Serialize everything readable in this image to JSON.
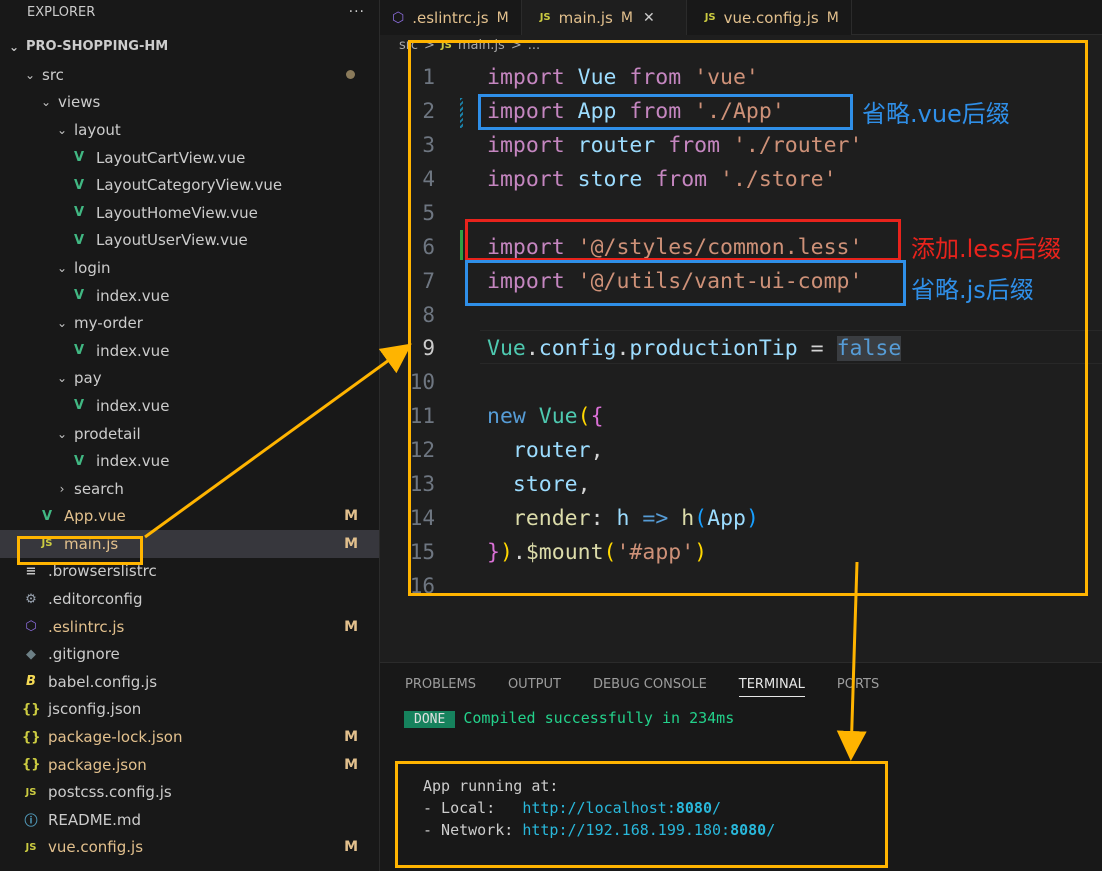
{
  "explorer": {
    "title": "EXPLORER",
    "more": "···",
    "project": "PRO-SHOPPING-HM",
    "items": [
      {
        "label": "src",
        "kind": "folder-open",
        "indent": 1
      },
      {
        "label": "views",
        "kind": "folder-open",
        "indent": 2
      },
      {
        "label": "layout",
        "kind": "folder-open",
        "indent": 3
      },
      {
        "label": "LayoutCartView.vue",
        "kind": "vue",
        "indent": 4
      },
      {
        "label": "LayoutCategoryView.vue",
        "kind": "vue",
        "indent": 4
      },
      {
        "label": "LayoutHomeView.vue",
        "kind": "vue",
        "indent": 4
      },
      {
        "label": "LayoutUserView.vue",
        "kind": "vue",
        "indent": 4
      },
      {
        "label": "login",
        "kind": "folder-open",
        "indent": 3
      },
      {
        "label": "index.vue",
        "kind": "vue",
        "indent": 4
      },
      {
        "label": "my-order",
        "kind": "folder-open",
        "indent": 3
      },
      {
        "label": "index.vue",
        "kind": "vue",
        "indent": 4
      },
      {
        "label": "pay",
        "kind": "folder-open",
        "indent": 3
      },
      {
        "label": "index.vue",
        "kind": "vue",
        "indent": 4
      },
      {
        "label": "prodetail",
        "kind": "folder-open",
        "indent": 3
      },
      {
        "label": "index.vue",
        "kind": "vue",
        "indent": 4
      },
      {
        "label": "search",
        "kind": "folder-closed",
        "indent": 3
      },
      {
        "label": "App.vue",
        "kind": "vue",
        "indent": 2,
        "status": "M"
      },
      {
        "label": "main.js",
        "kind": "js",
        "indent": 2,
        "status": "M",
        "active": true
      },
      {
        "label": ".browserslistrc",
        "kind": "lines",
        "indent": 1
      },
      {
        "label": ".editorconfig",
        "kind": "gear",
        "indent": 1
      },
      {
        "label": ".eslintrc.js",
        "kind": "eslint",
        "indent": 1,
        "status": "M"
      },
      {
        "label": ".gitignore",
        "kind": "git",
        "indent": 1
      },
      {
        "label": "babel.config.js",
        "kind": "babel",
        "indent": 1
      },
      {
        "label": "jsconfig.json",
        "kind": "json",
        "indent": 1
      },
      {
        "label": "package-lock.json",
        "kind": "json",
        "indent": 1,
        "status": "M"
      },
      {
        "label": "package.json",
        "kind": "json",
        "indent": 1,
        "status": "M"
      },
      {
        "label": "postcss.config.js",
        "kind": "js",
        "indent": 1
      },
      {
        "label": "README.md",
        "kind": "md",
        "indent": 1
      },
      {
        "label": "vue.config.js",
        "kind": "js",
        "indent": 1,
        "status": "M"
      }
    ]
  },
  "tabs": [
    {
      "label": ".eslintrc.js",
      "status": "M",
      "icon": "eslint-icon"
    },
    {
      "label": "main.js",
      "status": "M",
      "icon": "js-icon",
      "active": true,
      "close": "✕"
    },
    {
      "label": "vue.config.js",
      "status": "M",
      "icon": "js-icon"
    }
  ],
  "breadcrumb": {
    "folder": "src",
    "sep": ">",
    "file": "main.js",
    "more": "..."
  },
  "icons": {
    "js": "JS",
    "json": "{}",
    "vue": "V",
    "md": "ⓘ",
    "gear": "⚙",
    "git": "◆",
    "babel": "B",
    "lines": "≡",
    "eslint": "⬡"
  },
  "annotations": {
    "omit_vue": "省略.vue后缀",
    "add_less": "添加.less后缀",
    "omit_js": "省略.js后缀"
  },
  "panel": {
    "tabs": [
      "PROBLEMS",
      "OUTPUT",
      "DEBUG CONSOLE",
      "TERMINAL",
      "PORTS"
    ],
    "active_tab": "TERMINAL",
    "done_badge": "DONE",
    "compiled": "Compiled successfully in 234ms",
    "running": "App running at:",
    "local_label": "- Local:   ",
    "local_url": "http://localhost:",
    "local_port": "8080",
    "network_label": "- Network: ",
    "network_url": "http://192.168.199.180:",
    "network_port": "8080",
    "url_tail": "/"
  },
  "colors": {
    "orange": "#ffb400",
    "blue": "#2f8fe8",
    "red": "#e8231c"
  }
}
